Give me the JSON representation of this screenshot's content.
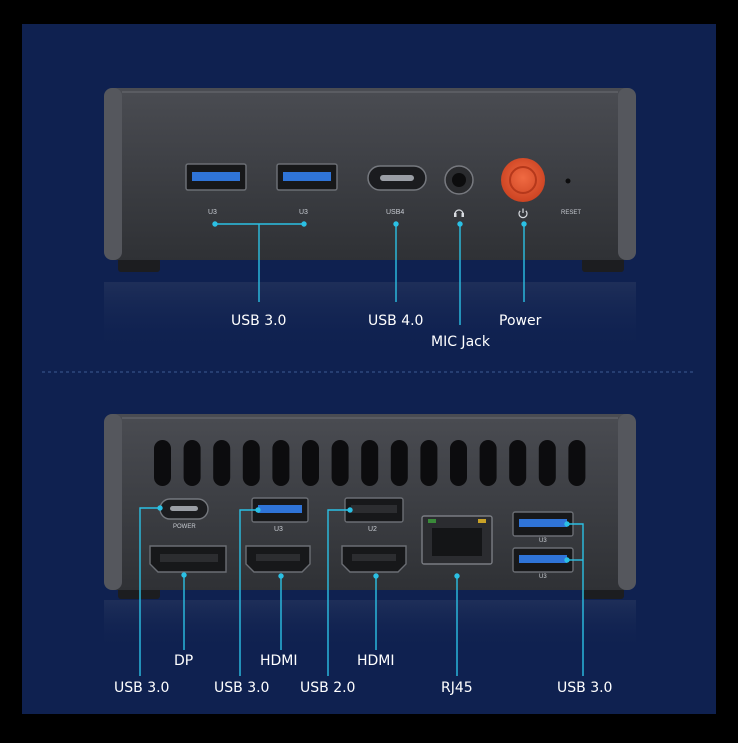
{
  "colors": {
    "background": "#0f2150",
    "outer_border": "#000000",
    "device_body": "#3b3d42",
    "leader_line": "#2bc0e4",
    "power_button": "#e8552f",
    "usb3_tongue": "#2f74d8"
  },
  "front": {
    "port_markings": {
      "u3_left": "U3",
      "u3_right": "U3",
      "usb4": "USB4",
      "reset": "RESET"
    },
    "labels": {
      "usb30": "USB 3.0",
      "usb40": "USB 4.0",
      "power": "Power",
      "mic_jack": "MIC Jack"
    }
  },
  "rear": {
    "port_markings": {
      "power": "POWER",
      "u3_top": "U3",
      "u2": "U2",
      "u3_right_top": "U3",
      "u3_right_bottom": "U3"
    },
    "labels": {
      "dp": "DP",
      "hdmi_left": "HDMI",
      "hdmi_right": "HDMI",
      "usb30_left": "USB 3.0",
      "usb30_mid": "USB 3.0",
      "usb20": "USB 2.0",
      "rj45": "RJ45",
      "usb30_right": "USB 3.0"
    }
  },
  "icons": {
    "headset": "headset-icon",
    "power": "power-icon"
  }
}
